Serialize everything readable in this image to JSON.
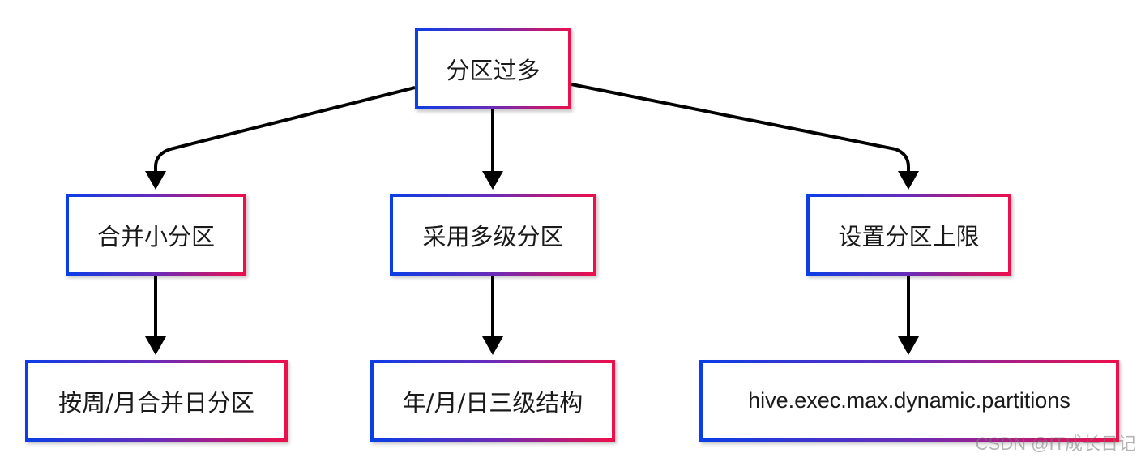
{
  "diagram": {
    "root": {
      "label": "分区过多"
    },
    "branches": [
      {
        "label": "合并小分区",
        "leaf": "按周/月合并日分区"
      },
      {
        "label": "采用多级分区",
        "leaf": "年/月/日三级结构"
      },
      {
        "label": "设置分区上限",
        "leaf": "hive.exec.max.dynamic.partitions"
      }
    ],
    "colors": {
      "border_start": "#0a3ee6",
      "border_end": "#ee0f4a",
      "arrow": "#000000"
    }
  },
  "watermark": "CSDN @IT成长日记"
}
